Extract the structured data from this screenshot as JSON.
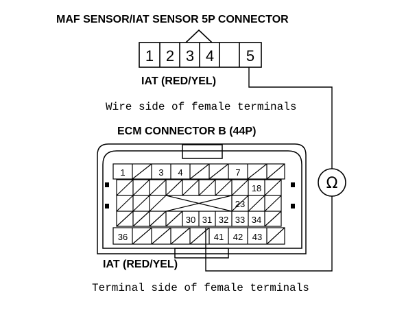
{
  "diagram": {
    "maf_title": "MAF SENSOR/IAT SENSOR 5P CONNECTOR",
    "maf_pins": [
      "1",
      "2",
      "3",
      "4",
      "5"
    ],
    "maf_wire_label": "IAT (RED/YEL)",
    "maf_caption": "Wire side of female terminals",
    "ecm_title": "ECM CONNECTOR B (44P)",
    "ecm_wire_label": "IAT (RED/YEL)",
    "ecm_caption": "Terminal side of female terminals",
    "ohmmeter_symbol": "Ω",
    "ecm_pins": {
      "p1": "1",
      "p3": "3",
      "p4": "4",
      "p7": "7",
      "p18": "18",
      "p23": "23",
      "p30": "30",
      "p31": "31",
      "p32": "32",
      "p33": "33",
      "p34": "34",
      "p36": "36",
      "p41": "41",
      "p42": "42",
      "p43": "43"
    }
  }
}
